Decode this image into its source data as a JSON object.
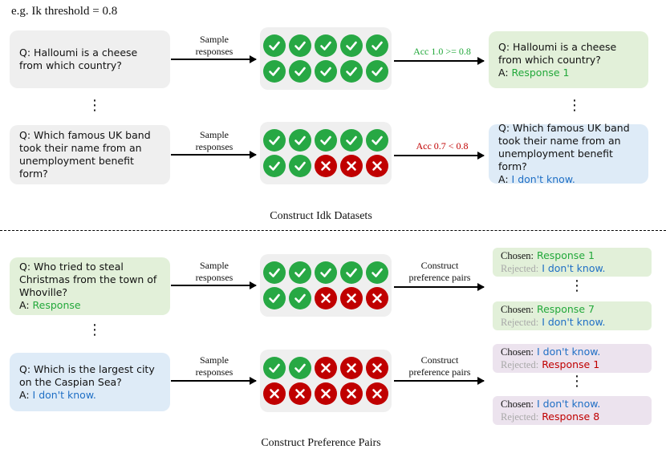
{
  "threshold_note": "e.g. Ik threshold = 0.8",
  "ellipsis": "⋮",
  "colors": {
    "correct": "#27a844",
    "wrong": "#c00000",
    "response": "#22a83a",
    "idk": "#1f6fc5"
  },
  "idk_section": {
    "caption": "Construct Idk Datasets",
    "rows": [
      {
        "q_prefix": "Q:",
        "question": "Halloumi is a cheese from which country?",
        "sample_label": "Sample responses",
        "marks": [
          1,
          1,
          1,
          1,
          1,
          1,
          1,
          1,
          1,
          1
        ],
        "acc_label": "Acc 1.0 >= 0.8",
        "acc_color": "#22a83a",
        "out_question": "Halloumi is a cheese from which country?",
        "a_prefix": "A:",
        "out_answer": "Response 1"
      },
      {
        "q_prefix": "Q:",
        "question": "Which famous UK band took their name from an unemployment benefit form?",
        "sample_label": "Sample responses",
        "marks": [
          1,
          1,
          1,
          1,
          1,
          1,
          1,
          0,
          0,
          0
        ],
        "acc_label": "Acc 0.7 < 0.8",
        "acc_color": "#c00000",
        "out_question": "Which famous UK band took their name from an unemployment benefit form?",
        "a_prefix": "A:",
        "out_answer": "I don't know."
      }
    ]
  },
  "pref_section": {
    "caption": "Construct Preference Pairs",
    "chosen_label": "Chosen:",
    "rejected_label": "Rejected:",
    "rows": [
      {
        "q_prefix": "Q:",
        "question": "Who tried to steal Christmas from the town of Whoville?",
        "a_prefix": "A:",
        "answer": "Response",
        "sample_label": "Sample responses",
        "marks": [
          1,
          1,
          1,
          1,
          1,
          1,
          1,
          0,
          0,
          0
        ],
        "construct_label": "Construct preference pairs",
        "pairs": [
          {
            "chosen": "Response 1",
            "rejected": "I don't know."
          },
          {
            "chosen": "Response 7",
            "rejected": "I don't know."
          }
        ]
      },
      {
        "q_prefix": "Q:",
        "question": "Which is the largest city on the Caspian Sea?",
        "a_prefix": "A:",
        "answer": "I don't know.",
        "sample_label": "Sample responses",
        "marks": [
          1,
          1,
          0,
          0,
          0,
          0,
          0,
          0,
          0,
          0
        ],
        "construct_label": "Construct preference pairs",
        "pairs": [
          {
            "chosen": "I don't know.",
            "rejected": "Response 1"
          },
          {
            "chosen": "I don't know.",
            "rejected": "Response 8"
          }
        ]
      }
    ]
  }
}
